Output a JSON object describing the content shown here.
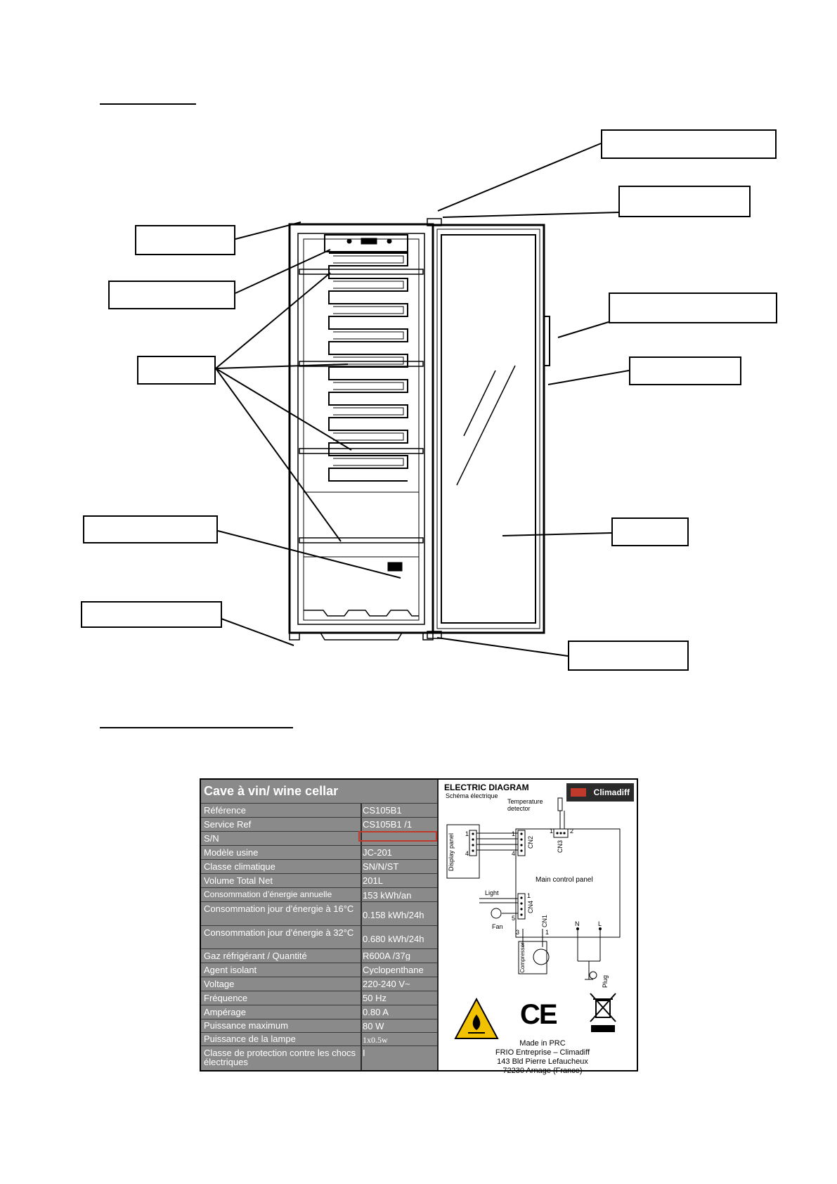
{
  "plate": {
    "spec_title": "Cave à vin/ wine cellar",
    "rows": [
      {
        "label": "Référence",
        "value": "CS105B1"
      },
      {
        "label": "Service Ref",
        "value": "CS105B1 /1"
      },
      {
        "label": "S/N",
        "value": ""
      },
      {
        "label": "Modèle usine",
        "value": "JC-201"
      },
      {
        "label": "Classe climatique",
        "value": "SN/N/ST"
      },
      {
        "label": "Volume Total Net",
        "value": " 201L"
      },
      {
        "label": "Consommation d’énergie annuelle",
        "value": "153 kWh/an"
      },
      {
        "label": "Consommation jour d’énergie à 16°C",
        "value": "0.158 kWh/24h"
      },
      {
        "label": "Consommation jour d’énergie à 32°C",
        "value": "0.680 kWh/24h"
      },
      {
        "label": "Gaz réfrigérant / Quantité",
        "value": "R600A /37g"
      },
      {
        "label": "Agent isolant",
        "value": "Cyclopenthane"
      },
      {
        "label": "Voltage",
        "value": "220-240 V~"
      },
      {
        "label": "Fréquence",
        "value": "50 Hz"
      },
      {
        "label": "Ampérage",
        "value": "0.80 A"
      },
      {
        "label": "Puissance maximum",
        "value": "80 W"
      },
      {
        "label": "Puissance de la lampe",
        "value": "1x0.5w"
      },
      {
        "label": "Classe de protection contre les chocs électriques",
        "value": "I"
      }
    ],
    "diagram": {
      "title": "ELECTRIC DIAGRAM",
      "subtitle": "Schéma électrique",
      "logo": "Climadiff",
      "temp_detector": "Temperature detector",
      "display_panel": "Display panel",
      "cn1": "CN1",
      "cn2": "CN2",
      "cn3": "CN3",
      "cn4": "CN4",
      "main_panel": "Main control panel",
      "light": "Light",
      "fan": "Fan",
      "compressor": "Compressor",
      "n": "N",
      "l": "L",
      "plug": "Plug",
      "pin_1": "1",
      "pin_2": "2",
      "pin_3": "3",
      "pin_4": "4",
      "pin_5": "5",
      "ce": "CE",
      "made_in": "Made in PRC",
      "company": "FRIO Entreprise – Climadiff",
      "address1": "143 Bld Pierre Lefaucheux",
      "address2": "72230 Arnage (France)"
    }
  }
}
